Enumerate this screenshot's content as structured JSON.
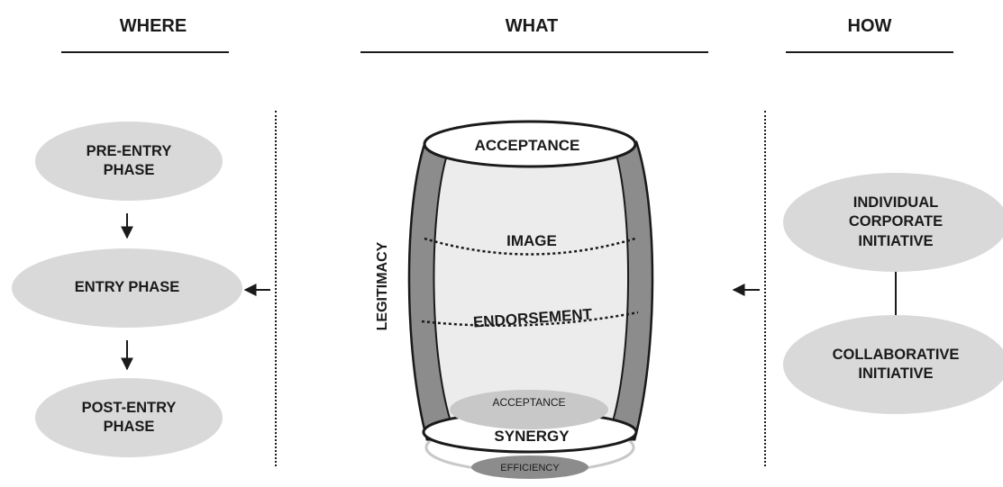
{
  "headers": {
    "where": "WHERE",
    "what": "WHAT",
    "how": "HOW"
  },
  "where": {
    "pre_entry": "PRE-ENTRY\nPHASE",
    "entry": "ENTRY PHASE",
    "post_entry": "POST-ENTRY\nPHASE"
  },
  "barrel": {
    "top": "ACCEPTANCE",
    "image": "IMAGE",
    "endorsement": "ENDORSEMENT",
    "legitimacy": "LEGITIMACY",
    "inner_acceptance": "ACCEPTANCE",
    "synergy": "SYNERGY",
    "efficiency": "EFFICIENCY"
  },
  "how": {
    "individual": "INDIVIDUAL\nCORPORATE\nINITIATIVE",
    "collaborative": "COLLABORATIVE\nINITIATIVE"
  }
}
